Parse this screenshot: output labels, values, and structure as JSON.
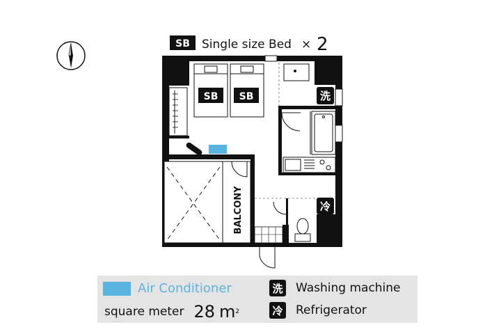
{
  "header": {
    "badge": "SB",
    "title": "Single size Bed",
    "multiplier": "×",
    "count": "2"
  },
  "plan": {
    "bed_labels": [
      "SB",
      "SB"
    ],
    "balcony_label": "BALCONY",
    "washer_icon": "洗",
    "fridge_icon": "冷"
  },
  "legend": {
    "ac_label": "Air Conditioner",
    "area_label": "square meter",
    "area_value": "28",
    "area_unit": "m",
    "area_unit_sup": "2",
    "washer_icon": "洗",
    "washer_label": "Washing machine",
    "fridge_icon": "冷",
    "fridge_label": "Refrigerator"
  },
  "colors": {
    "air_conditioner": "#5ab4e0",
    "wall": "#111111",
    "legend_bg": "#e4e4e4"
  }
}
